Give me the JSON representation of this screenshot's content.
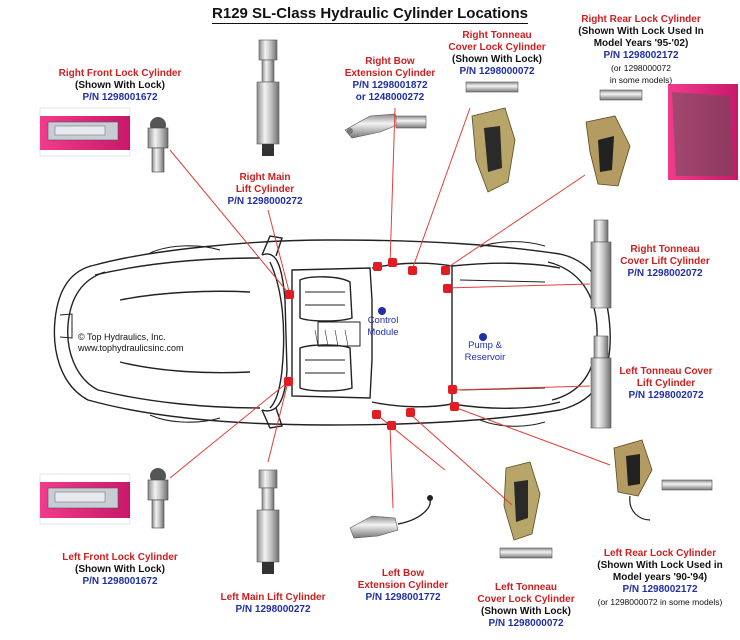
{
  "title": "R129 SL-Class Hydraulic Cylinder Locations",
  "copyright": "© Top Hydraulics, Inc.",
  "website": "www.tophydraulicsinc.com",
  "colors": {
    "label_red": "#cc1f1f",
    "part_blue": "#1f2fa8",
    "marker_red": "#e31b23",
    "leader_line": "#e0403a",
    "module_dot": "#1f2fa8"
  },
  "labels": {
    "rf_lock": {
      "name": "Right Front Lock Cylinder",
      "note": "(Shown With Lock)",
      "pn": "P/N 1298001672"
    },
    "r_main": {
      "name1": "Right Main",
      "name2": "Lift Cylinder",
      "pn": "P/N 1298000272"
    },
    "r_bow": {
      "name1": "Right Bow",
      "name2": "Extension Cylinder",
      "pn1": "P/N 1298001872",
      "pn2": "or 1248000272"
    },
    "r_tonneau_lock": {
      "name1": "Right Tonneau",
      "name2": "Cover Lock Cylinder",
      "note": "(Shown With Lock)",
      "pn": "P/N 1298000072"
    },
    "rr_lock": {
      "name": "Right Rear Lock Cylinder",
      "note1": "(Shown With Lock Used In",
      "note2": "Model Years '95-'02)",
      "pn": "P/N 1298002172",
      "alt1": "(or 1298000072",
      "alt2": "in some models)"
    },
    "r_tonneau_lift": {
      "name1": "Right Tonneau",
      "name2": "Cover Lift Cylinder",
      "pn": "P/N 1298002072"
    },
    "control_module": {
      "line1": "Control",
      "line2": "Module"
    },
    "pump": {
      "line1": "Pump &",
      "line2": "Reservoir"
    },
    "l_tonneau_lift": {
      "name1": "Left Tonneau Cover",
      "name2": "Lift Cylinder",
      "pn": "P/N 1298002072"
    },
    "lf_lock": {
      "name": "Left Front Lock Cylinder",
      "note": "(Shown With Lock)",
      "pn": "P/N 1298001672"
    },
    "l_main": {
      "name": "Left Main Lift Cylinder",
      "pn": "P/N 1298000272"
    },
    "l_bow": {
      "name1": "Left Bow",
      "name2": "Extension Cylinder",
      "pn": "P/N 1298001772"
    },
    "l_tonneau_lock": {
      "name1": "Left Tonneau",
      "name2": "Cover Lock Cylinder",
      "note": "(Shown With Lock)",
      "pn": "P/N 1298000072"
    },
    "lr_lock": {
      "name": "Left Rear Lock Cylinder",
      "note1": "(Shown With Lock Used in",
      "note2": "Model years '90-'94)",
      "pn": "P/N 1298002172",
      "alt": "(or 1298000072 in some models)"
    }
  }
}
